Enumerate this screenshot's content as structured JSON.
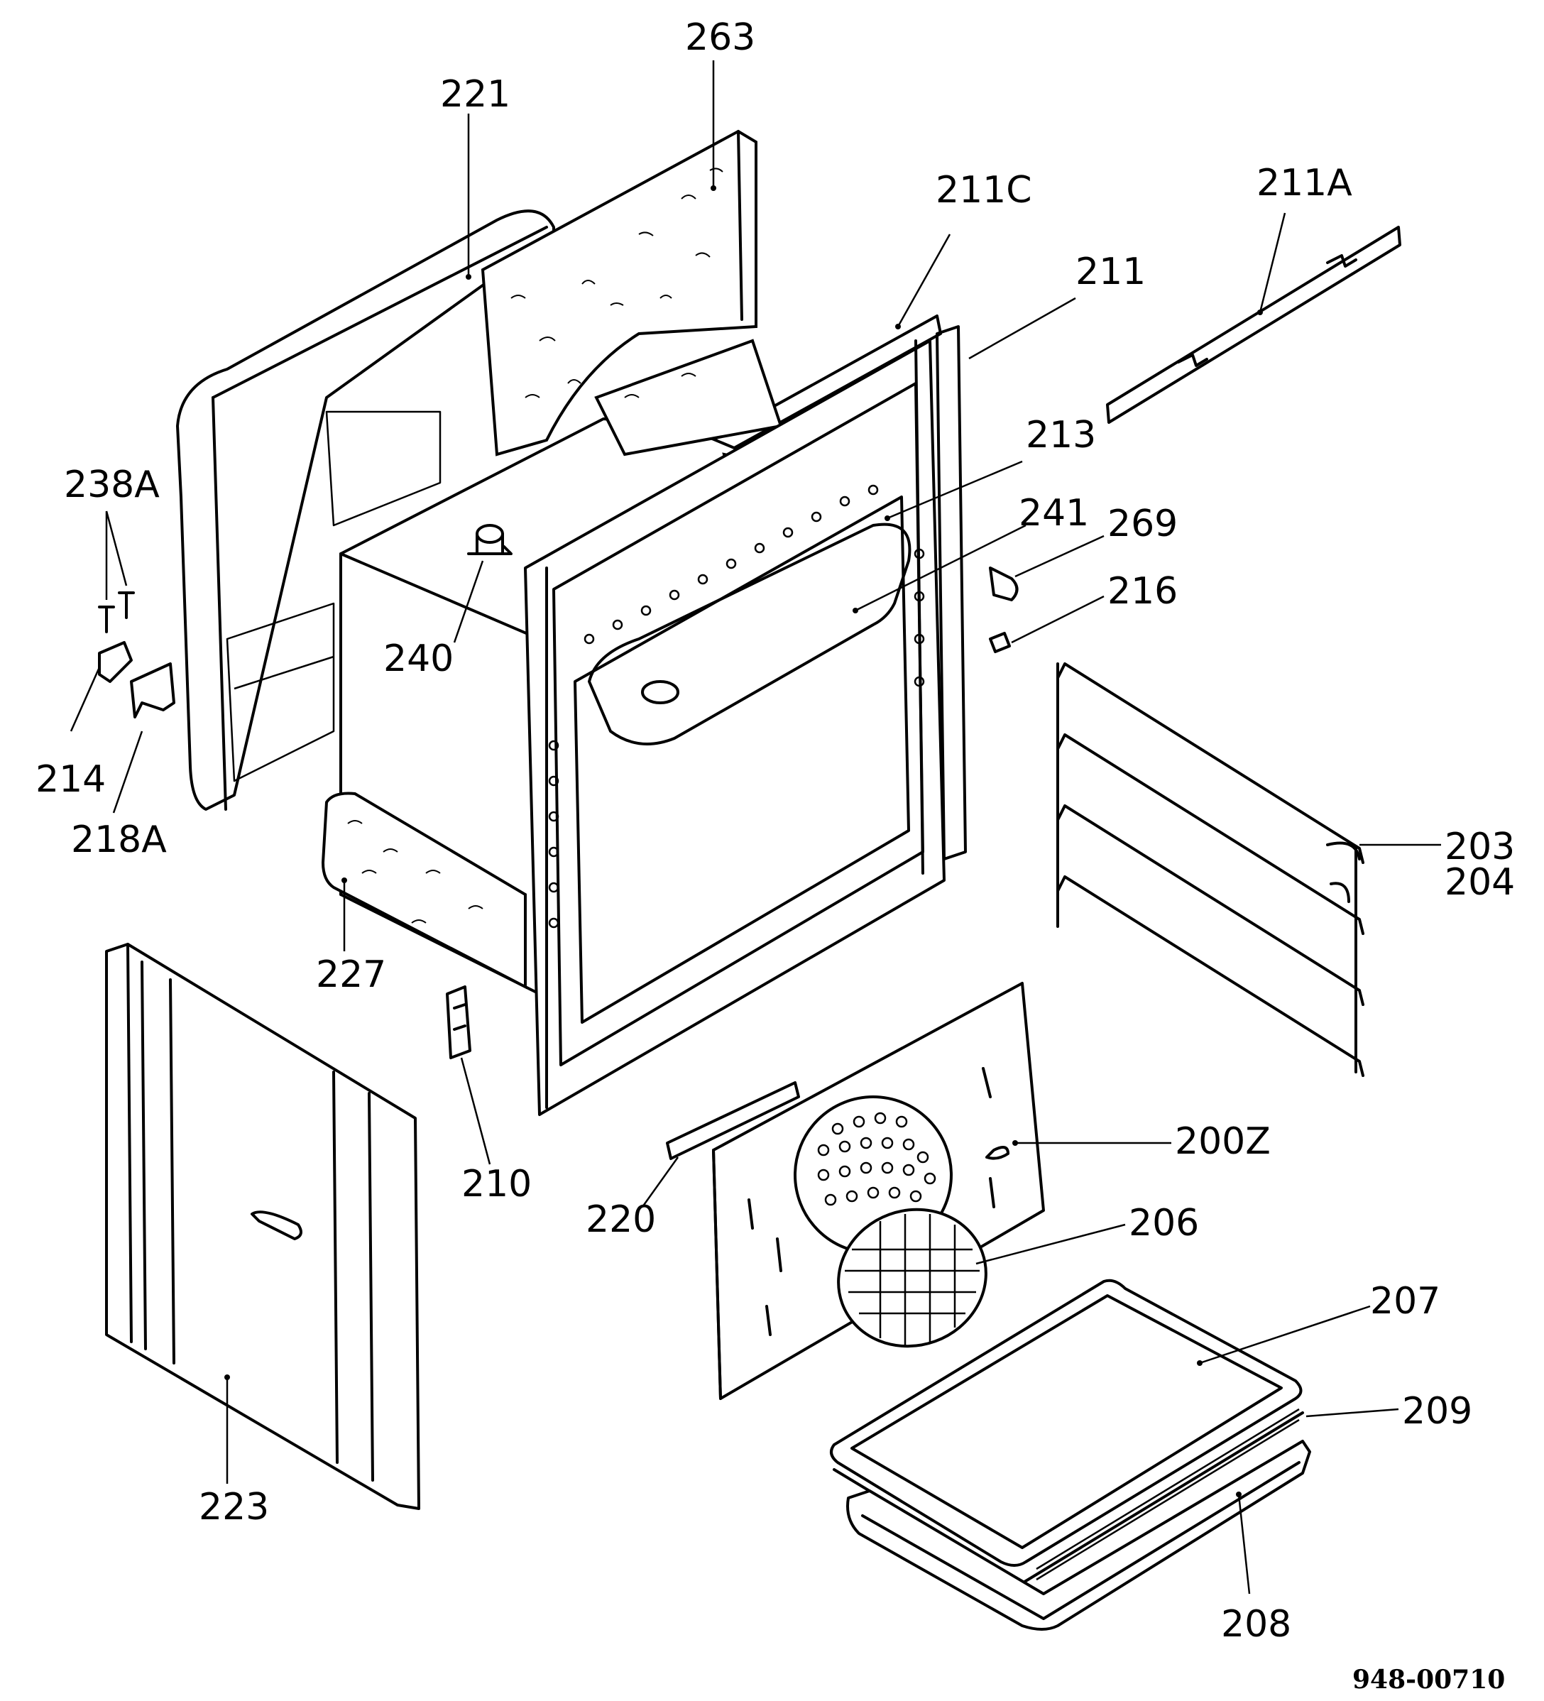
{
  "diagram": {
    "code": "948-00710",
    "labels": {
      "l263": "263",
      "l221": "221",
      "l211C": "211C",
      "l211A": "211A",
      "l211": "211",
      "l213": "213",
      "l238A": "238A",
      "l241": "241",
      "l269": "269",
      "l216": "216",
      "l240": "240",
      "l214": "214",
      "l218A": "218A",
      "l203": "203",
      "l204": "204",
      "l227": "227",
      "l210": "210",
      "l200Z": "200Z",
      "l220": "220",
      "l206": "206",
      "l207": "207",
      "l209": "209",
      "l223": "223",
      "l208": "208"
    }
  }
}
